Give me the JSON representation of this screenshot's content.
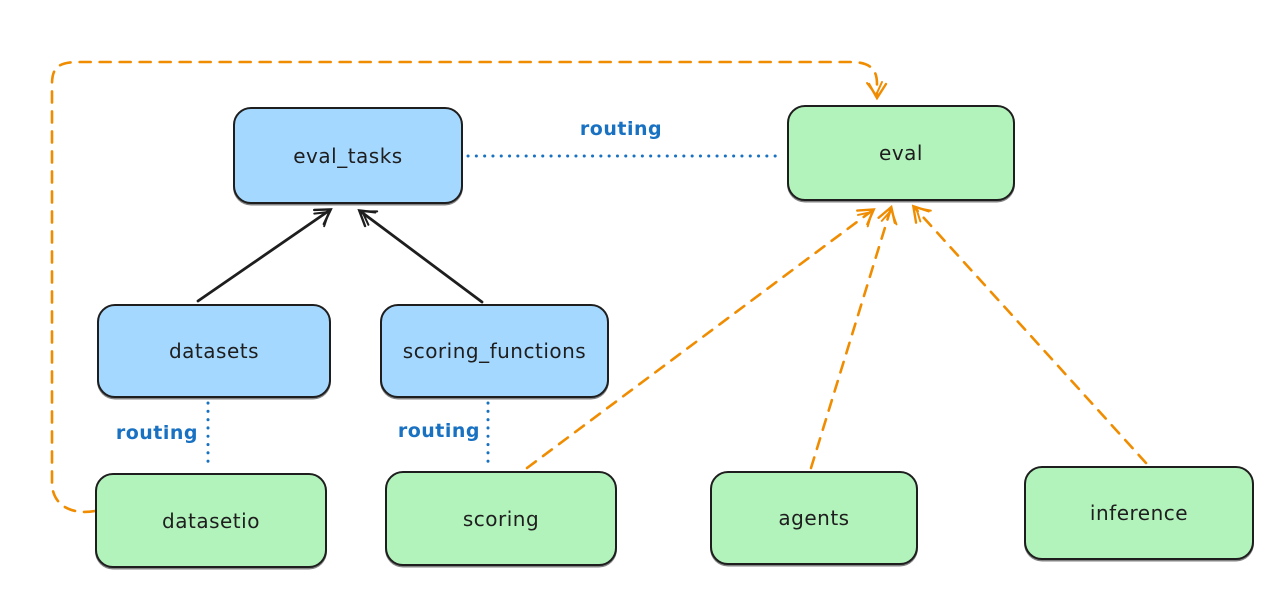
{
  "diagram": {
    "background": "#ffffff",
    "colors": {
      "node_stroke": "#1e1e1e",
      "api_fill_blue": "#a5d8ff",
      "provider_fill_green": "#b2f2bb",
      "routing_blue": "#1971c2",
      "dashed_orange": "#f08c00",
      "solid_arrow_black": "#1e1e1e"
    },
    "nodes": [
      {
        "id": "eval_tasks",
        "label": "eval_tasks",
        "fill": "blue"
      },
      {
        "id": "eval",
        "label": "eval",
        "fill": "green"
      },
      {
        "id": "datasets",
        "label": "datasets",
        "fill": "blue"
      },
      {
        "id": "scoring_functions",
        "label": "scoring_functions",
        "fill": "blue"
      },
      {
        "id": "datasetio",
        "label": "datasetio",
        "fill": "green"
      },
      {
        "id": "scoring",
        "label": "scoring",
        "fill": "green"
      },
      {
        "id": "agents",
        "label": "agents",
        "fill": "green"
      },
      {
        "id": "inference",
        "label": "inference",
        "fill": "green"
      }
    ],
    "edges": [
      {
        "from": "datasets",
        "to": "eval_tasks",
        "style": "solid",
        "color": "black",
        "arrow": "end",
        "label": ""
      },
      {
        "from": "scoring_functions",
        "to": "eval_tasks",
        "style": "solid",
        "color": "black",
        "arrow": "end",
        "label": ""
      },
      {
        "from": "eval_tasks",
        "to": "eval",
        "style": "dotted",
        "color": "blue",
        "arrow": "none",
        "label": "routing"
      },
      {
        "from": "datasets",
        "to": "datasetio",
        "style": "dotted",
        "color": "blue",
        "arrow": "none",
        "label": "routing"
      },
      {
        "from": "scoring_functions",
        "to": "scoring",
        "style": "dotted",
        "color": "blue",
        "arrow": "none",
        "label": "routing"
      },
      {
        "from": "scoring",
        "to": "eval",
        "style": "dashed",
        "color": "orange",
        "arrow": "end",
        "label": ""
      },
      {
        "from": "agents",
        "to": "eval",
        "style": "dashed",
        "color": "orange",
        "arrow": "end",
        "label": ""
      },
      {
        "from": "inference",
        "to": "eval",
        "style": "dashed",
        "color": "orange",
        "arrow": "end",
        "label": ""
      },
      {
        "from": "datasetio",
        "to": "eval",
        "style": "dashed",
        "color": "orange",
        "arrow": "end",
        "label": ""
      }
    ]
  }
}
